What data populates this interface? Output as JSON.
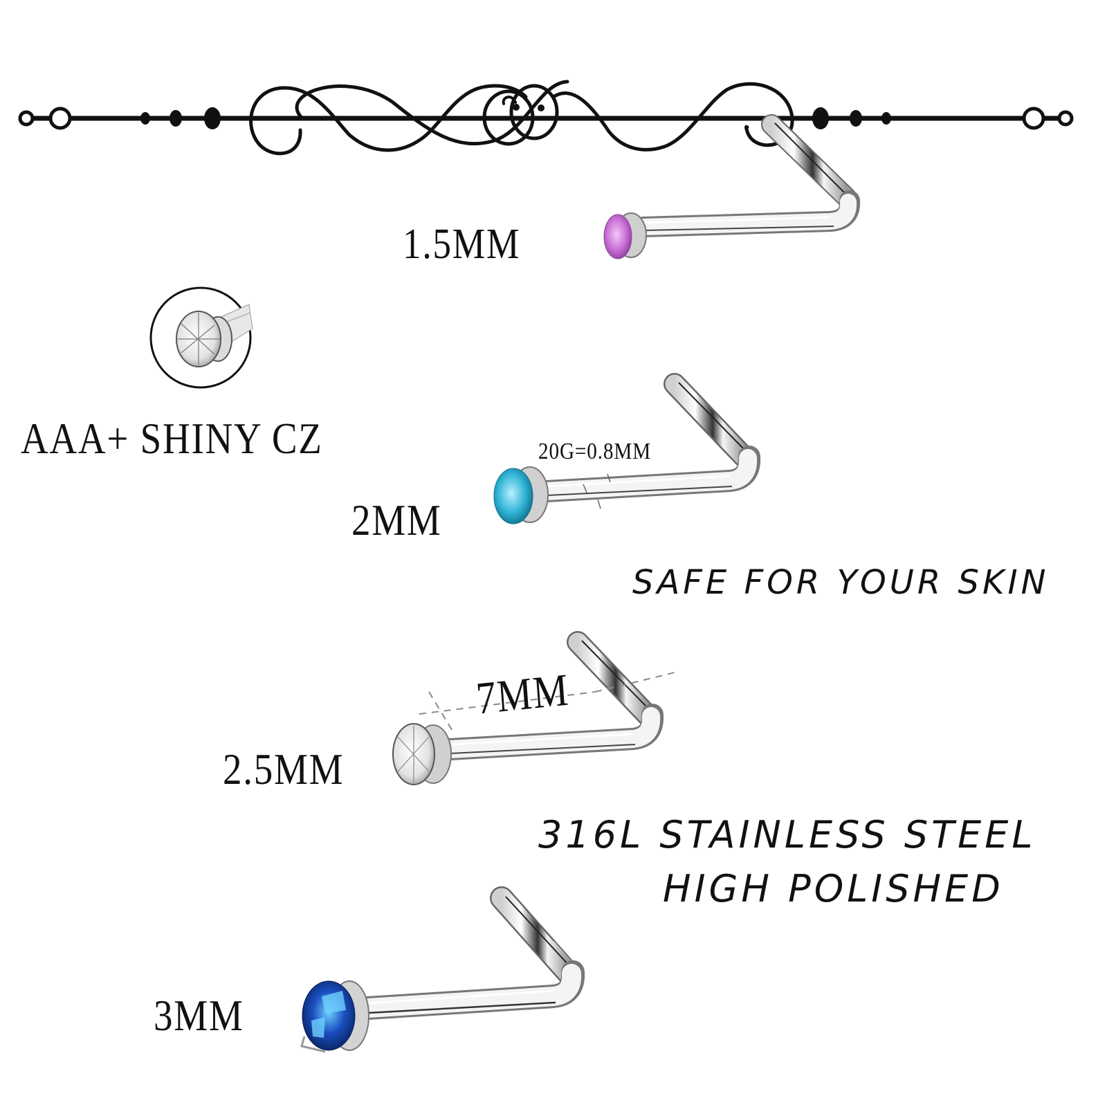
{
  "divider": {
    "ornament": "decorative-flourish-line"
  },
  "products": [
    {
      "size_label": "1.5MM",
      "gem_color": "#c86fd6",
      "gem_name": "pink"
    },
    {
      "size_label": "2MM",
      "gem_color": "#2fb3d4",
      "gem_name": "aqua"
    },
    {
      "size_label": "2.5MM",
      "gem_color": "#e8e8e8",
      "gem_name": "clear"
    },
    {
      "size_label": "3MM",
      "gem_color": "#1a4fc0",
      "gem_name": "sapphire-blue"
    }
  ],
  "features": {
    "cz_badge": "AAA+ SHINY CZ",
    "gauge": "20G=0.8MM",
    "length": "7MM",
    "safety": "SAFE FOR YOUR SKIN",
    "material_line1": "316L STAINLESS STEEL",
    "material_line2": "HIGH POLISHED"
  },
  "colors": {
    "ink": "#111111",
    "steel_light": "#f4f4f4",
    "steel_mid": "#c9c9c9",
    "steel_dark": "#6e6e6e",
    "dash": "#8a8a8a"
  }
}
